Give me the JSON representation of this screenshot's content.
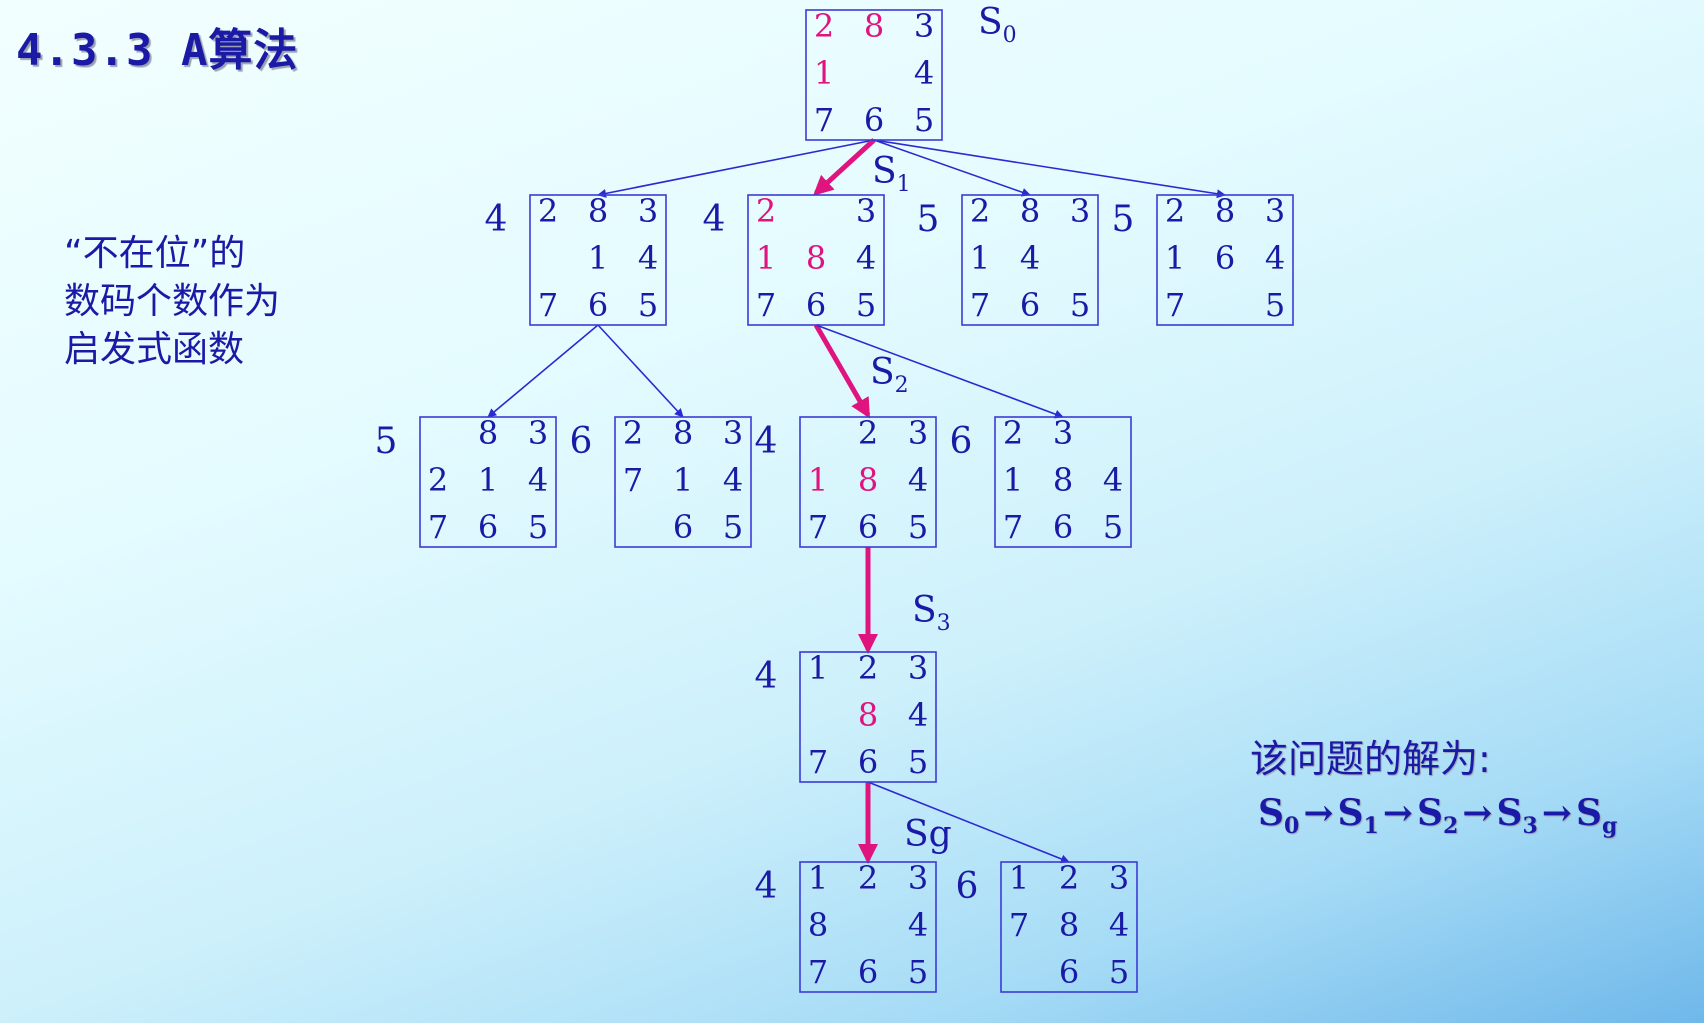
{
  "title": "4.3.3 A算法",
  "heuristic_note": [
    "“不在位”的",
    "数码个数作为",
    "启发式函数"
  ],
  "solution": {
    "label": "该问题的解为:",
    "path": [
      {
        "base": "S",
        "sub": "0"
      },
      {
        "base": "S",
        "sub": "1"
      },
      {
        "base": "S",
        "sub": "2"
      },
      {
        "base": "S",
        "sub": "3"
      },
      {
        "base": "S",
        "sub": "g"
      }
    ],
    "arrow": "→"
  },
  "colors": {
    "ink": "#1a1aa6",
    "highlight": "#e0147f",
    "box": "#3b3bd6"
  },
  "tree": {
    "nodes": [
      {
        "id": "n0",
        "label": "S",
        "label_sub": "0",
        "value": "",
        "grid": [
          [
            "2",
            "8",
            "3"
          ],
          [
            "1",
            "",
            "4"
          ],
          [
            "7",
            "6",
            "5"
          ]
        ],
        "red": [
          [
            0,
            0
          ],
          [
            0,
            1
          ],
          [
            1,
            0
          ]
        ]
      },
      {
        "id": "n1a",
        "label": "",
        "label_sub": "",
        "value": "4",
        "grid": [
          [
            "2",
            "8",
            "3"
          ],
          [
            "",
            "1",
            "4"
          ],
          [
            "7",
            "6",
            "5"
          ]
        ],
        "red": []
      },
      {
        "id": "n1b",
        "label": "S",
        "label_sub": "1",
        "value": "4",
        "grid": [
          [
            "2",
            "",
            "3"
          ],
          [
            "1",
            "8",
            "4"
          ],
          [
            "7",
            "6",
            "5"
          ]
        ],
        "red": [
          [
            0,
            0
          ],
          [
            1,
            0
          ],
          [
            1,
            1
          ]
        ]
      },
      {
        "id": "n1c",
        "label": "",
        "label_sub": "",
        "value": "5",
        "grid": [
          [
            "2",
            "8",
            "3"
          ],
          [
            "1",
            "4",
            ""
          ],
          [
            "7",
            "6",
            "5"
          ]
        ],
        "red": []
      },
      {
        "id": "n1d",
        "label": "",
        "label_sub": "",
        "value": "5",
        "grid": [
          [
            "2",
            "8",
            "3"
          ],
          [
            "1",
            "6",
            "4"
          ],
          [
            "7",
            "",
            "5"
          ]
        ],
        "red": []
      },
      {
        "id": "n2a",
        "label": "",
        "label_sub": "",
        "value": "5",
        "grid": [
          [
            "",
            "8",
            "3"
          ],
          [
            "2",
            "1",
            "4"
          ],
          [
            "7",
            "6",
            "5"
          ]
        ],
        "red": []
      },
      {
        "id": "n2b",
        "label": "",
        "label_sub": "",
        "value": "6",
        "grid": [
          [
            "2",
            "8",
            "3"
          ],
          [
            "7",
            "1",
            "4"
          ],
          [
            "",
            "6",
            "5"
          ]
        ],
        "red": []
      },
      {
        "id": "n2c",
        "label": "S",
        "label_sub": "2",
        "value": "4",
        "grid": [
          [
            "",
            "2",
            "3"
          ],
          [
            "1",
            "8",
            "4"
          ],
          [
            "7",
            "6",
            "5"
          ]
        ],
        "red": [
          [
            1,
            0
          ],
          [
            1,
            1
          ]
        ]
      },
      {
        "id": "n2d",
        "label": "",
        "label_sub": "",
        "value": "6",
        "grid": [
          [
            "2",
            "3",
            ""
          ],
          [
            "1",
            "8",
            "4"
          ],
          [
            "7",
            "6",
            "5"
          ]
        ],
        "red": []
      },
      {
        "id": "n3",
        "label": "S",
        "label_sub": "3",
        "value": "4",
        "grid": [
          [
            "1",
            "2",
            "3"
          ],
          [
            "",
            "8",
            "4"
          ],
          [
            "7",
            "6",
            "5"
          ]
        ],
        "red": [
          [
            1,
            1
          ]
        ]
      },
      {
        "id": "n4a",
        "label": "Sg",
        "label_sub": "",
        "value": "4",
        "grid": [
          [
            "1",
            "2",
            "3"
          ],
          [
            "8",
            "",
            "4"
          ],
          [
            "7",
            "6",
            "5"
          ]
        ],
        "red": []
      },
      {
        "id": "n4b",
        "label": "",
        "label_sub": "",
        "value": "6",
        "grid": [
          [
            "1",
            "2",
            "3"
          ],
          [
            "7",
            "8",
            "4"
          ],
          [
            "",
            "6",
            "5"
          ]
        ],
        "red": []
      }
    ],
    "edges": [
      {
        "from": "n0",
        "to": "n1a",
        "path": false
      },
      {
        "from": "n0",
        "to": "n1b",
        "path": true
      },
      {
        "from": "n0",
        "to": "n1c",
        "path": false
      },
      {
        "from": "n0",
        "to": "n1d",
        "path": false
      },
      {
        "from": "n1a",
        "to": "n2a",
        "path": false
      },
      {
        "from": "n1a",
        "to": "n2b",
        "path": false
      },
      {
        "from": "n1b",
        "to": "n2c",
        "path": true
      },
      {
        "from": "n1b",
        "to": "n2d",
        "path": false
      },
      {
        "from": "n2c",
        "to": "n3",
        "path": true
      },
      {
        "from": "n3",
        "to": "n4a",
        "path": true
      },
      {
        "from": "n3",
        "to": "n4b",
        "path": false
      }
    ]
  }
}
